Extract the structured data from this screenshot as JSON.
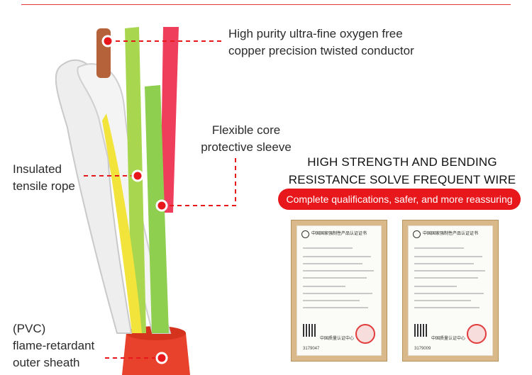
{
  "callouts": {
    "conductor": [
      "High purity ultra-fine oxygen free",
      "copper precision twisted conductor"
    ],
    "sleeve": [
      "Flexible core",
      "protective sleeve"
    ],
    "rope": [
      "Insulated",
      "tensile rope"
    ],
    "sheath": [
      "(PVC)",
      "flame-retardant",
      "outer sheath"
    ]
  },
  "headline": [
    "HIGH STRENGTH AND BENDING",
    "RESISTANCE SOLVE FREQUENT WIRE"
  ],
  "tagline": "Complete qualifications, safer, and more reassuring",
  "certificates": [
    {
      "title": "中国国家强制性产品认证证书",
      "issuer": "中国质量认证中心",
      "number": "3179047"
    },
    {
      "title": "中国国家强制性产品认证证书",
      "issuer": "中国质量认证中心",
      "number": "3179009"
    }
  ],
  "colors": {
    "accent": "#e8171c",
    "sheath": "#e8412c",
    "green_core": "#8fcf4f",
    "yellow_core": "#f2e43a",
    "red_core": "#ef3e5c",
    "copper": "#b5623a"
  }
}
